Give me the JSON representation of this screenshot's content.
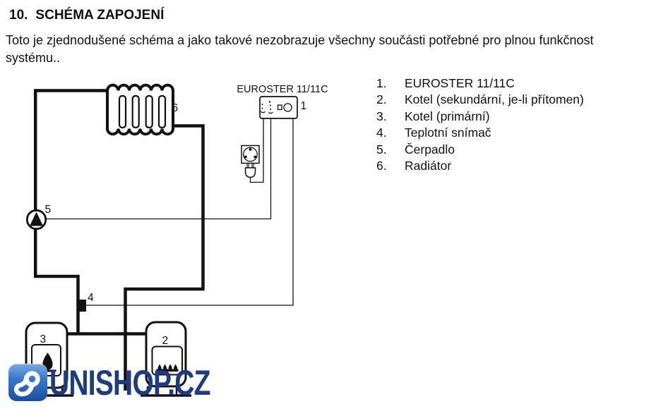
{
  "header": {
    "number": "10.",
    "title": "SCHÉMA ZAPOJENÍ"
  },
  "intro": {
    "lines": [
      "Toto je zjednodušené schéma a jako takové nezobrazuje všechny součásti potřebné pro plnou funkčnost",
      "systému.."
    ]
  },
  "diagram": {
    "device_title": "EUROSTER 11/11C",
    "callouts": {
      "thermostat": "1",
      "boiler_secondary": "2",
      "boiler_primary": "3",
      "sensor": "4",
      "pump": "5",
      "radiator": "6"
    }
  },
  "legend": {
    "items": [
      {
        "number": "1.",
        "label": "EUROSTER 11/11C"
      },
      {
        "number": "2.",
        "label": "Kotel (sekundární, je-li přítomen)"
      },
      {
        "number": "3.",
        "label": "Kotel (primární)"
      },
      {
        "number": "4.",
        "label": "Teplotní snímač"
      },
      {
        "number": "5.",
        "label": "Čerpadlo"
      },
      {
        "number": "6.",
        "label": "Radiátor"
      }
    ]
  },
  "watermark": {
    "text": "UNISHOP.CZ",
    "logo": "unishop-logo"
  },
  "colors": {
    "ink": "#111111",
    "watermark_text": "#1e3c7e",
    "logo_blue_top": "#79aae2",
    "logo_blue_mid": "#3a77ca",
    "logo_blue_bottom": "#1b4f9e"
  }
}
